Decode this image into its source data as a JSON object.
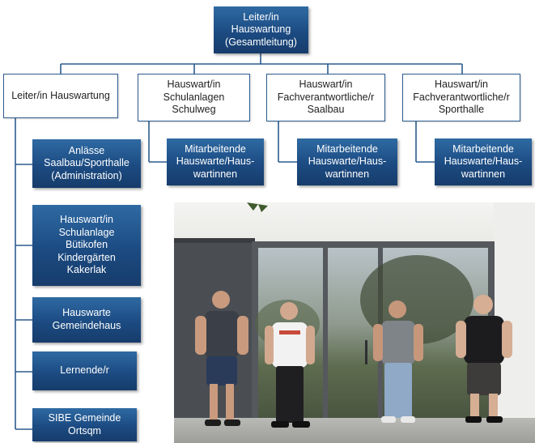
{
  "top": {
    "lines": [
      "Leiter/in",
      "Hauswartung",
      "(Gesamtleitung)"
    ]
  },
  "heads": [
    {
      "lines": [
        "Leiter/in Hauswartung"
      ]
    },
    {
      "lines": [
        "Hauswart/in",
        "Schulanlagen",
        "Schulweg"
      ]
    },
    {
      "lines": [
        "Hauswart/in",
        "Fachverantwortliche/r",
        "Saalbau"
      ]
    },
    {
      "lines": [
        "Hauswart/in",
        "Fachverantwortliche/r",
        "Sporthalle"
      ]
    }
  ],
  "left_items": [
    {
      "lines": [
        "Anlässe",
        "Saalbau/Sporthalle",
        "(Administration)"
      ]
    },
    {
      "lines": [
        "Hauswart/in",
        "Schulanlage",
        "Bütikofen",
        "Kindergärten",
        "Kakerlak"
      ]
    },
    {
      "lines": [
        "Hauswarte",
        "Gemeindehaus"
      ]
    },
    {
      "lines": [
        "Lernende/r"
      ]
    },
    {
      "lines": [
        "SIBE Gemeinde",
        "Ortsqm"
      ]
    }
  ],
  "sub_items": [
    {
      "lines": [
        "Mitarbeitende",
        "Hauswarte/Haus-",
        "wartinnen"
      ]
    },
    {
      "lines": [
        "Mitarbeitende",
        "Hauswarte/Haus-",
        "wartinnen"
      ]
    },
    {
      "lines": [
        "Mitarbeitende",
        "Hauswarte/Haus-",
        "wartinnen"
      ]
    }
  ],
  "colors": {
    "box_dark": "#1c4b82",
    "box_border": "#2c5b8e",
    "connector": "#2c5b8e"
  }
}
